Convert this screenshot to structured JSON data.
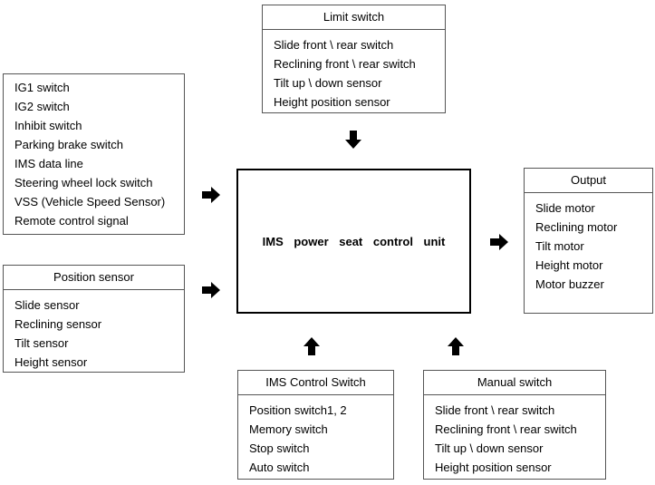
{
  "limit_switch": {
    "title": "Limit switch",
    "items": [
      "Slide front \\ rear switch",
      "Reclining front \\ rear switch",
      "Tilt up \\ down sensor",
      "Height position sensor"
    ]
  },
  "inputs": {
    "items": [
      "IG1 switch",
      "IG2 switch",
      "Inhibit switch",
      "Parking brake switch",
      "IMS data line",
      "Steering wheel lock switch",
      "VSS (Vehicle Speed Sensor)",
      "Remote control signal"
    ]
  },
  "position_sensor": {
    "title": "Position sensor",
    "items": [
      "Slide sensor",
      "Reclining sensor",
      "Tilt sensor",
      "Height sensor"
    ]
  },
  "control_unit": {
    "label": "IMS  power  seat  control  unit"
  },
  "output": {
    "title": "Output",
    "items": [
      "Slide motor",
      "Reclining motor",
      "Tilt motor",
      "Height motor",
      "Motor buzzer"
    ]
  },
  "ims_control_switch": {
    "title": "IMS Control Switch",
    "items": [
      "Position switch1, 2",
      "Memory switch",
      "Stop switch",
      "Auto switch"
    ]
  },
  "manual_switch": {
    "title": "Manual switch",
    "items": [
      "Slide front \\ rear switch",
      "Reclining front \\ rear switch",
      "Tilt up \\ down sensor",
      "Height position sensor"
    ]
  }
}
